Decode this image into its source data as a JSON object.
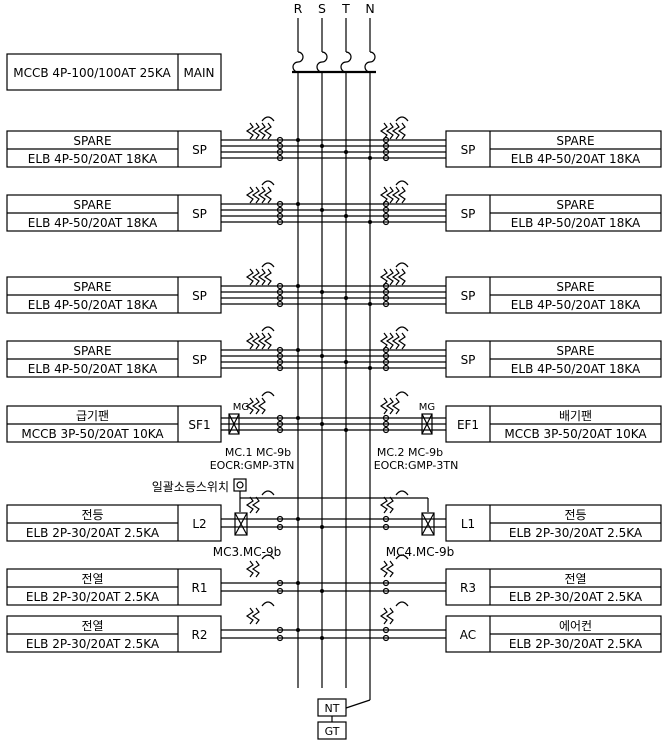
{
  "bus_labels": [
    "R",
    "S",
    "T",
    "N"
  ],
  "main_breaker": {
    "spec": "MCCB 4P-100/100AT 25KA",
    "tag": "MAIN"
  },
  "left_panels": [
    {
      "name": "SPARE",
      "spec": "ELB 4P-50/20AT 18KA",
      "tag": "SP"
    },
    {
      "name": "SPARE",
      "spec": "ELB 4P-50/20AT 18KA",
      "tag": "SP"
    },
    {
      "name": "SPARE",
      "spec": "ELB 4P-50/20AT 18KA",
      "tag": "SP"
    },
    {
      "name": "SPARE",
      "spec": "ELB 4P-50/20AT 18KA",
      "tag": "SP"
    },
    {
      "name": "급기팬",
      "spec": "MCCB 3P-50/20AT 10KA",
      "tag": "SF1"
    },
    {
      "name": "전등",
      "spec": "ELB 2P-30/20AT 2.5KA",
      "tag": "L2"
    },
    {
      "name": "전열",
      "spec": "ELB 2P-30/20AT 2.5KA",
      "tag": "R1"
    },
    {
      "name": "전열",
      "spec": "ELB 2P-30/20AT 2.5KA",
      "tag": "R2"
    }
  ],
  "right_panels": [
    {
      "name": "SPARE",
      "spec": "ELB 4P-50/20AT 18KA",
      "tag": "SP"
    },
    {
      "name": "SPARE",
      "spec": "ELB 4P-50/20AT 18KA",
      "tag": "SP"
    },
    {
      "name": "SPARE",
      "spec": "ELB 4P-50/20AT 18KA",
      "tag": "SP"
    },
    {
      "name": "SPARE",
      "spec": "ELB 4P-50/20AT 18KA",
      "tag": "SP"
    },
    {
      "name": "배기팬",
      "spec": "MCCB 3P-50/20AT 10KA",
      "tag": "EF1"
    },
    {
      "name": "전등",
      "spec": "ELB 2P-30/20AT 2.5KA",
      "tag": "L1"
    },
    {
      "name": "전열",
      "spec": "ELB 2P-30/20AT 2.5KA",
      "tag": "R3"
    },
    {
      "name": "에어컨",
      "spec": "ELB 2P-30/20AT 2.5KA",
      "tag": "AC"
    }
  ],
  "annotations": {
    "mg_left": "MG",
    "mg_right": "MG",
    "mc1_line1": "MC.1 MC-9b",
    "mc1_line2": "EOCR:GMP-3TN",
    "mc2_line1": "MC.2 MC-9b",
    "mc2_line2": "EOCR:GMP-3TN",
    "switch_label": "일괄소등스위치",
    "mc3": "MC3.MC-9b",
    "mc4": "MC4.MC-9b"
  },
  "ground": {
    "nt": "NT",
    "gt": "GT"
  }
}
